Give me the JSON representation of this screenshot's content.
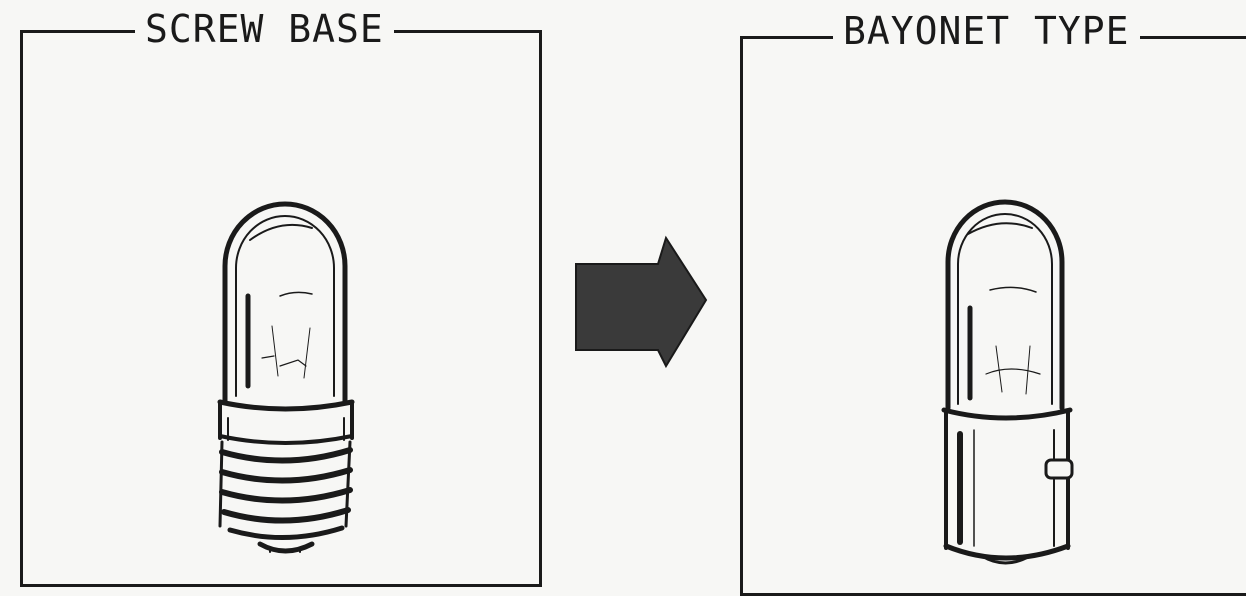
{
  "panels": {
    "left": {
      "title": "SCREW BASE",
      "icon": "screw-base-bulb"
    },
    "right": {
      "title": "BAYONET TYPE",
      "icon": "bayonet-bulb"
    }
  },
  "arrow": {
    "icon": "right-arrow",
    "color": "#3a3a3a"
  },
  "colors": {
    "ink": "#1a1a1a",
    "paper": "#f7f7f5"
  }
}
